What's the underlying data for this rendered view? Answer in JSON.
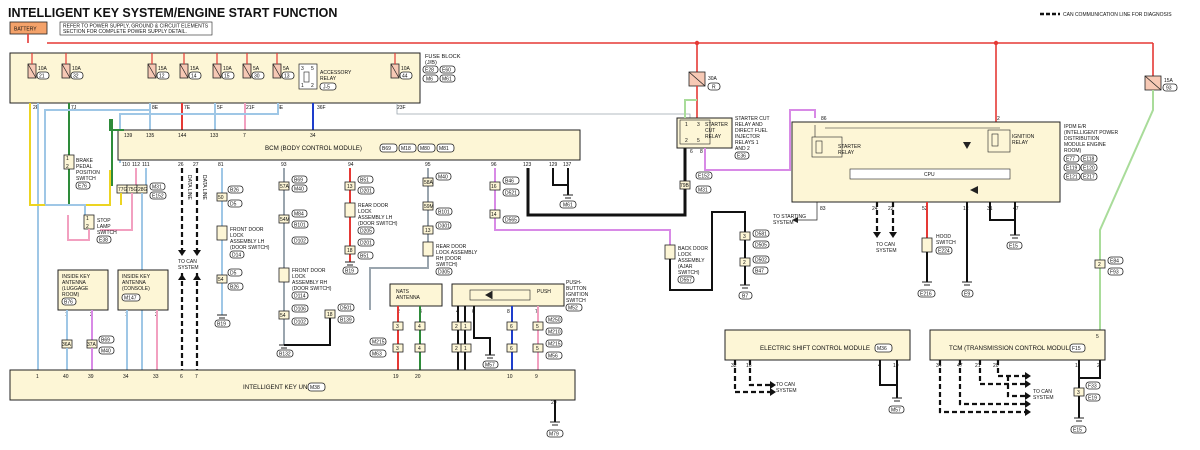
{
  "title": "INTELLIGENT KEY SYSTEM/ENGINE START FUNCTION",
  "legend": "CAN COMMUNICATION LINE FOR DIAGNOSIS",
  "battery": "BATTERY",
  "note": [
    "REFER TO POWER SUPPLY, GROUND & CIRCUIT ELEMENTS",
    "SECTION FOR COMPLETE POWER SUPPLY DETAIL."
  ],
  "fuse_block": {
    "label": [
      "FUSE BLOCK",
      "(J/B)"
    ],
    "connectors": [
      "E28",
      "E60",
      "M6",
      "M61"
    ],
    "fuses": [
      {
        "amp": "10A",
        "no": "21"
      },
      {
        "amp": "10A",
        "no": "32"
      },
      {
        "amp": "15A",
        "no": "12"
      },
      {
        "amp": "15A",
        "no": "14"
      },
      {
        "amp": "10A",
        "no": "15"
      },
      {
        "amp": "5A",
        "no": "30"
      },
      {
        "amp": "5A",
        "no": "13"
      },
      {
        "amp": "10A",
        "no": "44"
      }
    ],
    "relay": [
      "ACCESSORY",
      "RELAY"
    ],
    "relay_conn": "J-5",
    "outputs": [
      "2R",
      "7J",
      "8E",
      "7E",
      "5F",
      "21F",
      "3E",
      "36F",
      "23F"
    ]
  },
  "bcm": {
    "label": "BCM (BODY CONTROL MODULE)",
    "connectors": [
      "B69",
      "M18",
      "M80",
      "M81"
    ],
    "top_pins": [
      "139",
      "135",
      "144",
      "133",
      "7",
      "34"
    ],
    "bottom_pins": [
      "110",
      "112",
      "111",
      "26",
      "27",
      "81",
      "93",
      "94",
      "95",
      "96",
      "123",
      "129",
      "137"
    ],
    "ground": "M61"
  },
  "brake_switch": {
    "label": [
      "BRAKE",
      "PEDAL",
      "POSITION",
      "SWITCH"
    ],
    "conn": "E76"
  },
  "stop_lamp": {
    "label": [
      "STOP",
      "LAMP",
      "SWITCH"
    ],
    "conn": "E38"
  },
  "conn_77_75_28": [
    "77G",
    "75G",
    "28G"
  ],
  "bcm_side_conn": [
    "M31",
    "E152"
  ],
  "data_lines": [
    "DATA LINE",
    "DATA LINE"
  ],
  "to_can": [
    "TO CAN",
    "SYSTEM"
  ],
  "front_door_lh": {
    "label": [
      "FRONT DOOR",
      "LOCK",
      "ASSEMBLY LH",
      "(DOOR SWITCH)"
    ],
    "conn": "D14",
    "pins": [
      "B26",
      "D5",
      "50",
      "54",
      "B26",
      "D5"
    ],
    "ground": "B19"
  },
  "front_door_rh": {
    "label": [
      "FRONT DOOR",
      "LOCK",
      "ASSEMBLY RH",
      "(DOOR SWITCH)"
    ],
    "conn": "D114",
    "pins": [
      "57A",
      "B69",
      "M40",
      "54M",
      "M84",
      "B101",
      "D102",
      "D108",
      "58",
      "D102",
      "D108",
      "54",
      "D106",
      "D102",
      "54"
    ],
    "ground": "B132"
  },
  "rear_door_lh": {
    "label": [
      "REAR DOOR",
      "LOCK",
      "ASSEMBLY LH",
      "(DOOR SWITCH)"
    ],
    "conn": "D205",
    "pins": [
      "13",
      "D201",
      "B51",
      "18",
      "D201",
      "B51"
    ],
    "ground": "B19"
  },
  "rear_door_rh": {
    "label": [
      "REAR DOOR",
      "LOCK ASSEMBLY",
      "RH (DOOR",
      "SWITCH)"
    ],
    "conn": "D305",
    "pins": [
      "58A",
      "M40",
      "59M",
      "B101",
      "13",
      "D301",
      "B139"
    ]
  },
  "back_door": {
    "label": [
      "BACK DOOR",
      "LOCK",
      "ASSEMBLY",
      "(AJAR",
      "SWITCH)"
    ],
    "conn": "D557",
    "pins": [
      "16",
      "B46",
      "D521",
      "14",
      "D565",
      "D581",
      "D505",
      "D502",
      "B47"
    ],
    "ground": "B7"
  },
  "d501": [
    "18",
    "D501",
    "B139"
  ],
  "inside_ant_lug": {
    "label": [
      "INSIDE KEY",
      "ANTENNA",
      "(LUGGAGE",
      "ROOM)"
    ],
    "conn": "B76"
  },
  "inside_ant_con": {
    "label": [
      "INSIDE KEY",
      "ANTENNA",
      "(CONSOLE)"
    ],
    "conn": "M147"
  },
  "conn_36a": [
    "36A",
    "37A",
    "B69",
    "M40"
  ],
  "nats": {
    "label": [
      "NATS",
      "ANTENNA"
    ]
  },
  "push_switch": {
    "label": [
      "PUSH-",
      "BUTTON",
      "IGNITION",
      "SWITCH"
    ],
    "conn": "M52",
    "pins": [
      "M250",
      "M210",
      "M215",
      "M63",
      "M56"
    ]
  },
  "iku": {
    "label": "INTELLIGENT KEY UNIT",
    "conn": "M38",
    "pins": [
      "1",
      "40",
      "39",
      "34",
      "33",
      "6",
      "7",
      "19",
      "20",
      "10",
      "9",
      "29"
    ],
    "ground": "M79"
  },
  "starter_cut": {
    "label": [
      "STARTER CUT",
      "RELAY AND",
      "DIRECT FUEL",
      "INJECTOR",
      "RELAYS 1",
      "AND 2"
    ],
    "relay": [
      "STARTER",
      "CUT",
      "RELAY"
    ],
    "conn": "E36",
    "pins": [
      "E152",
      "79B",
      "M31",
      "1",
      "2",
      "5",
      "3",
      "6",
      "8"
    ]
  },
  "fuse_r": {
    "amp": "30A",
    "no": "R"
  },
  "fuse_93": {
    "amp": "15A",
    "no": "93"
  },
  "ipdm": {
    "label": [
      "IPDM E/R",
      "(INTELLIGENT POWER",
      "DISTRIBUTION",
      "MODULE ENGINE",
      "ROOM)"
    ],
    "conns": [
      "E77",
      "E118",
      "E119",
      "E120",
      "E121",
      "E217"
    ],
    "starter_relay": [
      "STARTER",
      "RELAY"
    ],
    "ign_relay": [
      "IGNITION",
      "RELAY"
    ],
    "cpu": "CPU",
    "pins": [
      "86",
      "2",
      "83",
      "24",
      "22",
      "52",
      "12",
      "31",
      "47"
    ],
    "ground": "E15"
  },
  "to_starting": [
    "TO STARTING",
    "SYSTEM"
  ],
  "hood_switch": {
    "label": [
      "HOOD",
      "SWITCH"
    ],
    "conn": "E224",
    "ground": "E216"
  },
  "e9": "E9",
  "escm": {
    "label": "ELECTRIC SHIFT CONTROL MODULE",
    "conn": "M36",
    "pins": [
      "32",
      "16",
      "4",
      "19"
    ],
    "ground": "M57"
  },
  "tcm": {
    "label": "TCM (TRANSMISSION CONTROL MODULE)",
    "conn": "F15",
    "pins": [
      "34",
      "47",
      "21",
      "20",
      "1",
      "2",
      "5"
    ],
    "conns": [
      "F33",
      "E19"
    ],
    "ground": "E15"
  },
  "e84": [
    "E84",
    "F93",
    "2"
  ],
  "colors": {
    "power": "#e53935",
    "ign": "#e53935",
    "lightblue": "#9fc7e6",
    "green": "#2e8b3a",
    "blue": "#1e3ecc",
    "pink": "#f2a0c0",
    "violet": "#d88ae6",
    "yellow": "#ecd422",
    "lightgreen": "#a9dc9a",
    "grey": "#9aa5ae",
    "black": "#111111"
  }
}
